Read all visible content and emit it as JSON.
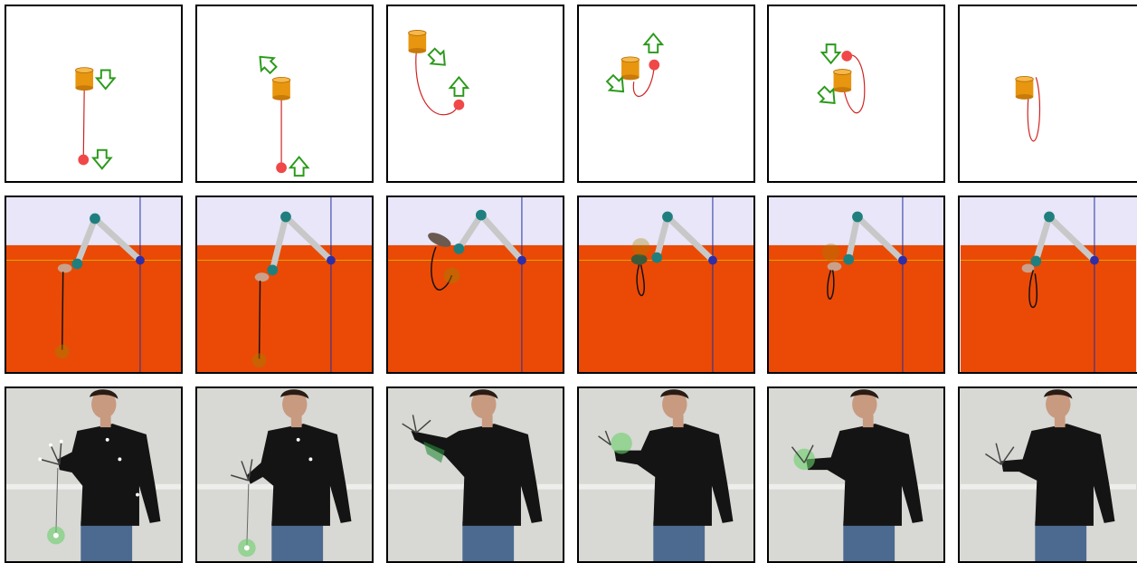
{
  "figure": {
    "rows": [
      {
        "id": "sketch",
        "kind": "schematic"
      },
      {
        "id": "simulation",
        "kind": "rendered-robot"
      },
      {
        "id": "photo",
        "kind": "human-demonstration"
      }
    ],
    "frames": [
      {
        "index": 1
      },
      {
        "index": 2
      },
      {
        "index": 3
      },
      {
        "index": 4
      },
      {
        "index": 5
      },
      {
        "index": 6
      }
    ]
  },
  "colors": {
    "holder": "#e8960f",
    "ball": "#f04848",
    "string": "#d02020",
    "arrow": "#2a9a1a",
    "sim_floor": "#ea4a06",
    "sim_sky": "#e8e6f8",
    "photo_bg": "#d8d8d4",
    "shirt": "#141414",
    "jeans": "#4c6a90"
  }
}
